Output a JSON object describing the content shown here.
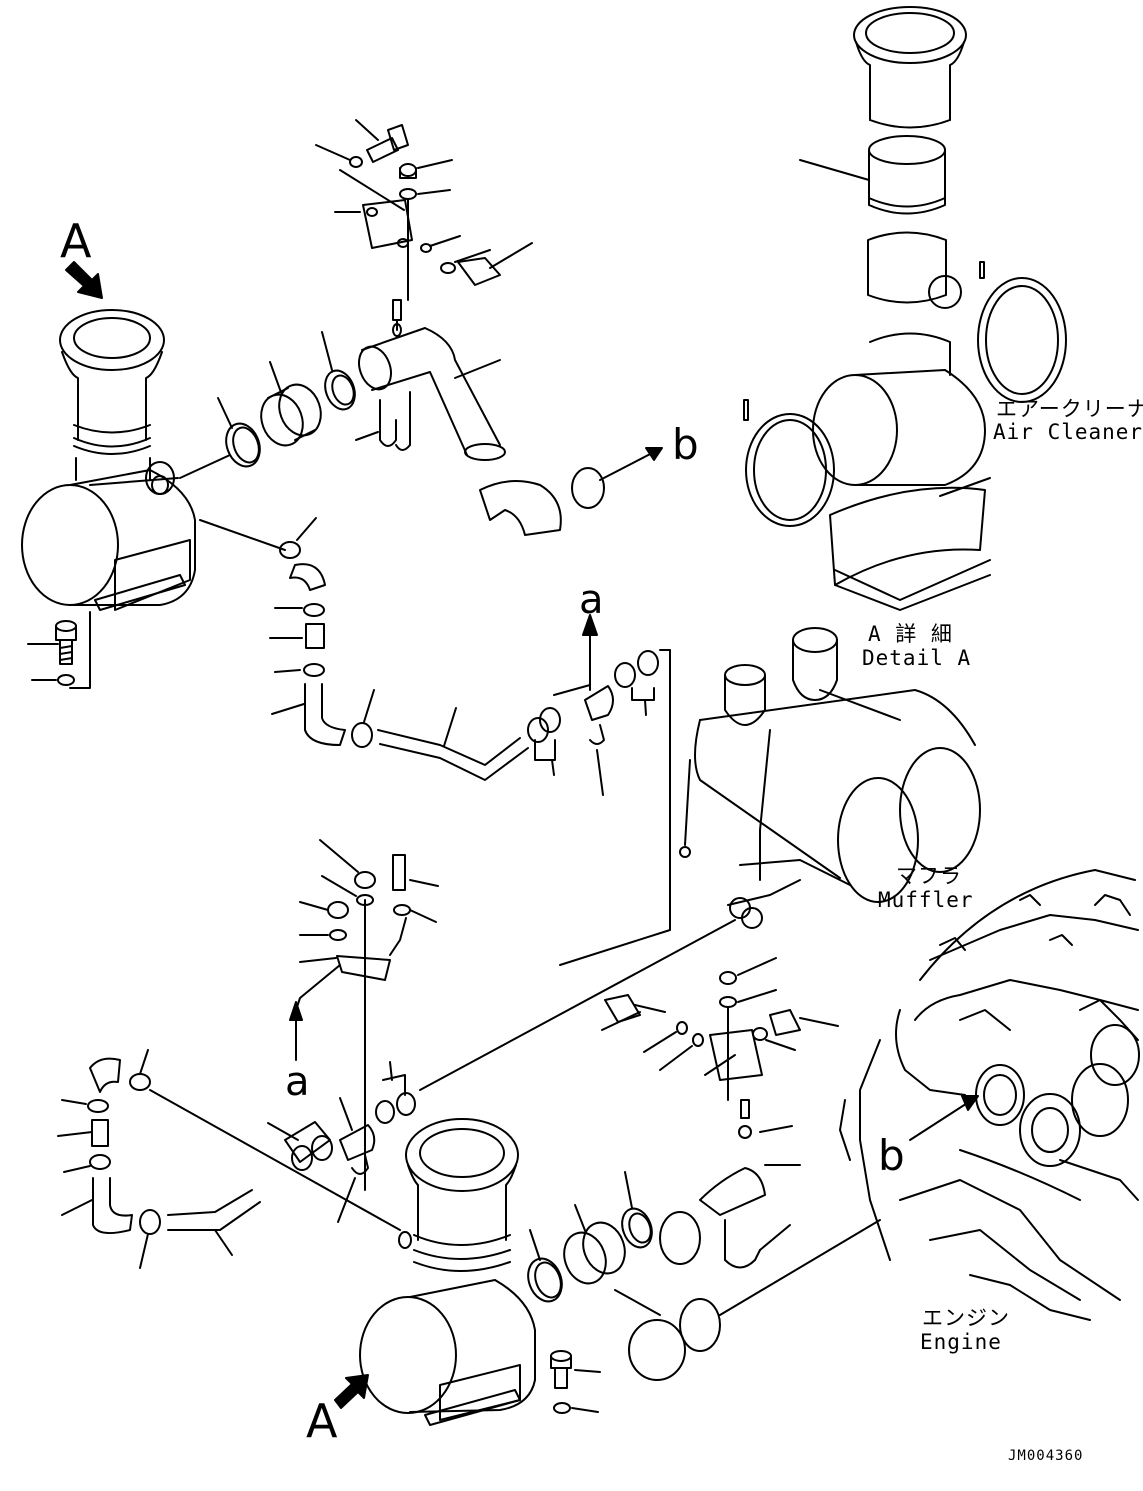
{
  "labels": {
    "air_cleaner_jp": "エアークリーナ",
    "air_cleaner_en": "Air Cleaner",
    "detail_a_jp": "A 詳 細",
    "detail_a_en": "Detail A",
    "muffler_jp": "マフラ",
    "muffler_en": "Muffler",
    "engine_jp": "エンジン",
    "engine_en": "Engine",
    "view_a_top": "A",
    "view_a_bottom": "A",
    "ref_a_top": "a",
    "ref_a_bottom": "a",
    "ref_b_top": "b",
    "ref_b_bottom": "b",
    "drawing_id": "JM004360"
  },
  "colors": {
    "line": "#000000",
    "background": "#ffffff"
  }
}
